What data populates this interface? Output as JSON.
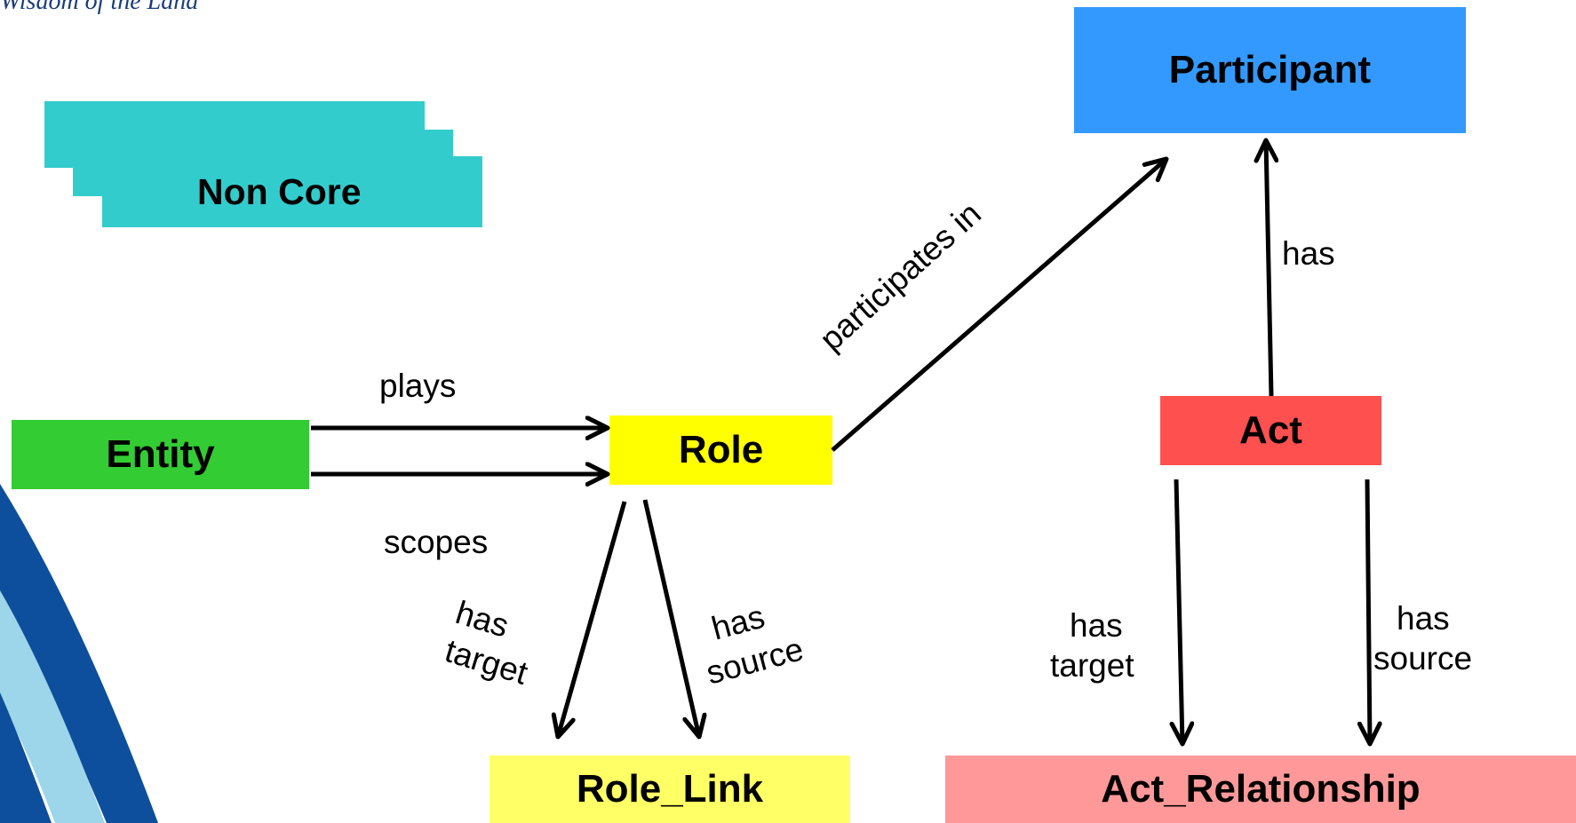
{
  "header": {
    "tagline": "Wisdom of the Land"
  },
  "nodes": {
    "non_core": "Non Core",
    "participant": "Participant",
    "entity": "Entity",
    "role": "Role",
    "act": "Act",
    "role_link": "Role_Link",
    "act_relationship": "Act_Relationship"
  },
  "edges": {
    "plays": "plays",
    "scopes": "scopes",
    "participates_in": "participates in",
    "act_has": "has",
    "role_link_target": [
      "has",
      "target"
    ],
    "role_link_source": [
      "has",
      "source"
    ],
    "act_rel_target": [
      "has",
      "target"
    ],
    "act_rel_source": [
      "has",
      "source"
    ]
  },
  "colors": {
    "non_core": "#33cccc",
    "participant": "#3399ff",
    "entity": "#33cc33",
    "role": "#ffff00",
    "act": "#ff5050",
    "role_link": "#ffff66",
    "act_relationship": "#ff9999",
    "swoosh_dark": "#0d4f9c",
    "swoosh_light": "#9dd6ea"
  }
}
